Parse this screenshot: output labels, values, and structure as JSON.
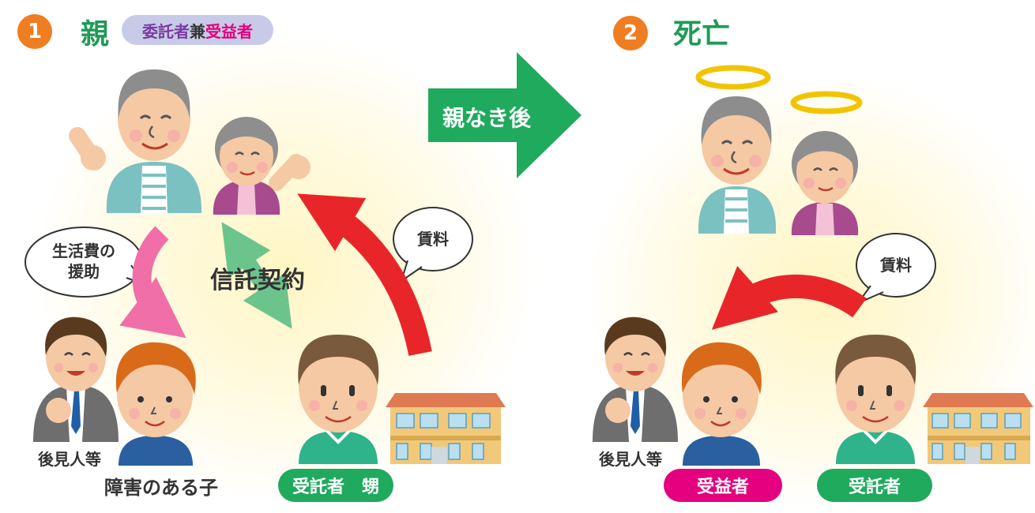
{
  "panel1": {
    "number": "1",
    "heading": "親",
    "role_part1": "委託者",
    "role_joiner": "兼",
    "role_part2": "受益者",
    "bubble_support_line1": "生活費の",
    "bubble_support_line2": "援助",
    "bubble_rent": "賃料",
    "contract_label": "信託契約",
    "guardian_label": "後見人等",
    "child_label": "障害のある子",
    "trustee_badge": "受託者　甥"
  },
  "transition_arrow": {
    "label": "親なき後"
  },
  "panel2": {
    "number": "2",
    "heading": "死亡",
    "bubble_rent": "賃料",
    "guardian_label": "後見人等",
    "beneficiary_badge": "受益者",
    "trustee_badge": "受託者"
  },
  "colors": {
    "orange": "#ef7d22",
    "green": "#1faa5e",
    "pink": "#e4007f",
    "red": "#e8262a",
    "lavender": "#c7cbe8"
  }
}
